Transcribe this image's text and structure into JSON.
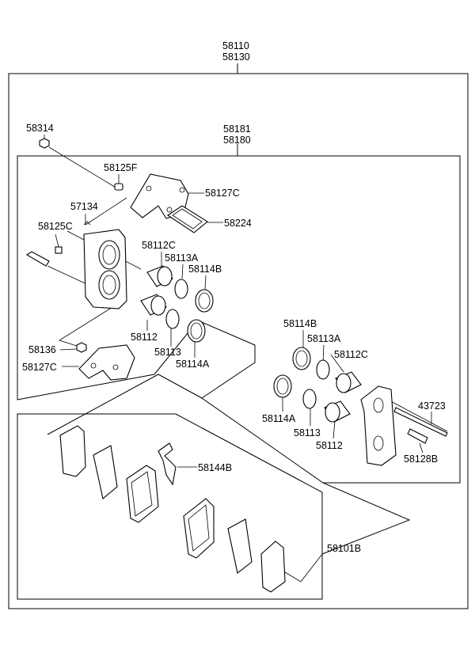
{
  "labels": {
    "assy_front": "58110",
    "assy_rear": "58130",
    "caliper_assy_a": "58181",
    "caliper_assy_b": "58180",
    "bleeder_cap": "58314",
    "bleeder_screw": "58125F",
    "bracket_upper": "58127C",
    "clip": "57134",
    "gasket": "58224",
    "bolt_c": "58125C",
    "piston_upper": "58112C",
    "seal_a_upper": "58113A",
    "boot_b_upper": "58114B",
    "piston_lower": "58112",
    "seal_lower": "58113",
    "boot_a_lower": "58114A",
    "nut": "58136",
    "bracket_lower": "58127C",
    "r_boot_b": "58114B",
    "r_seal_a": "58113A",
    "r_piston_c": "58112C",
    "pin_bolt": "43723",
    "r_boot_a": "58114A",
    "r_seal": "58113",
    "r_piston": "58112",
    "guide_bolt": "58128B",
    "shim_clip": "58144B",
    "pad_kit": "58101B"
  }
}
